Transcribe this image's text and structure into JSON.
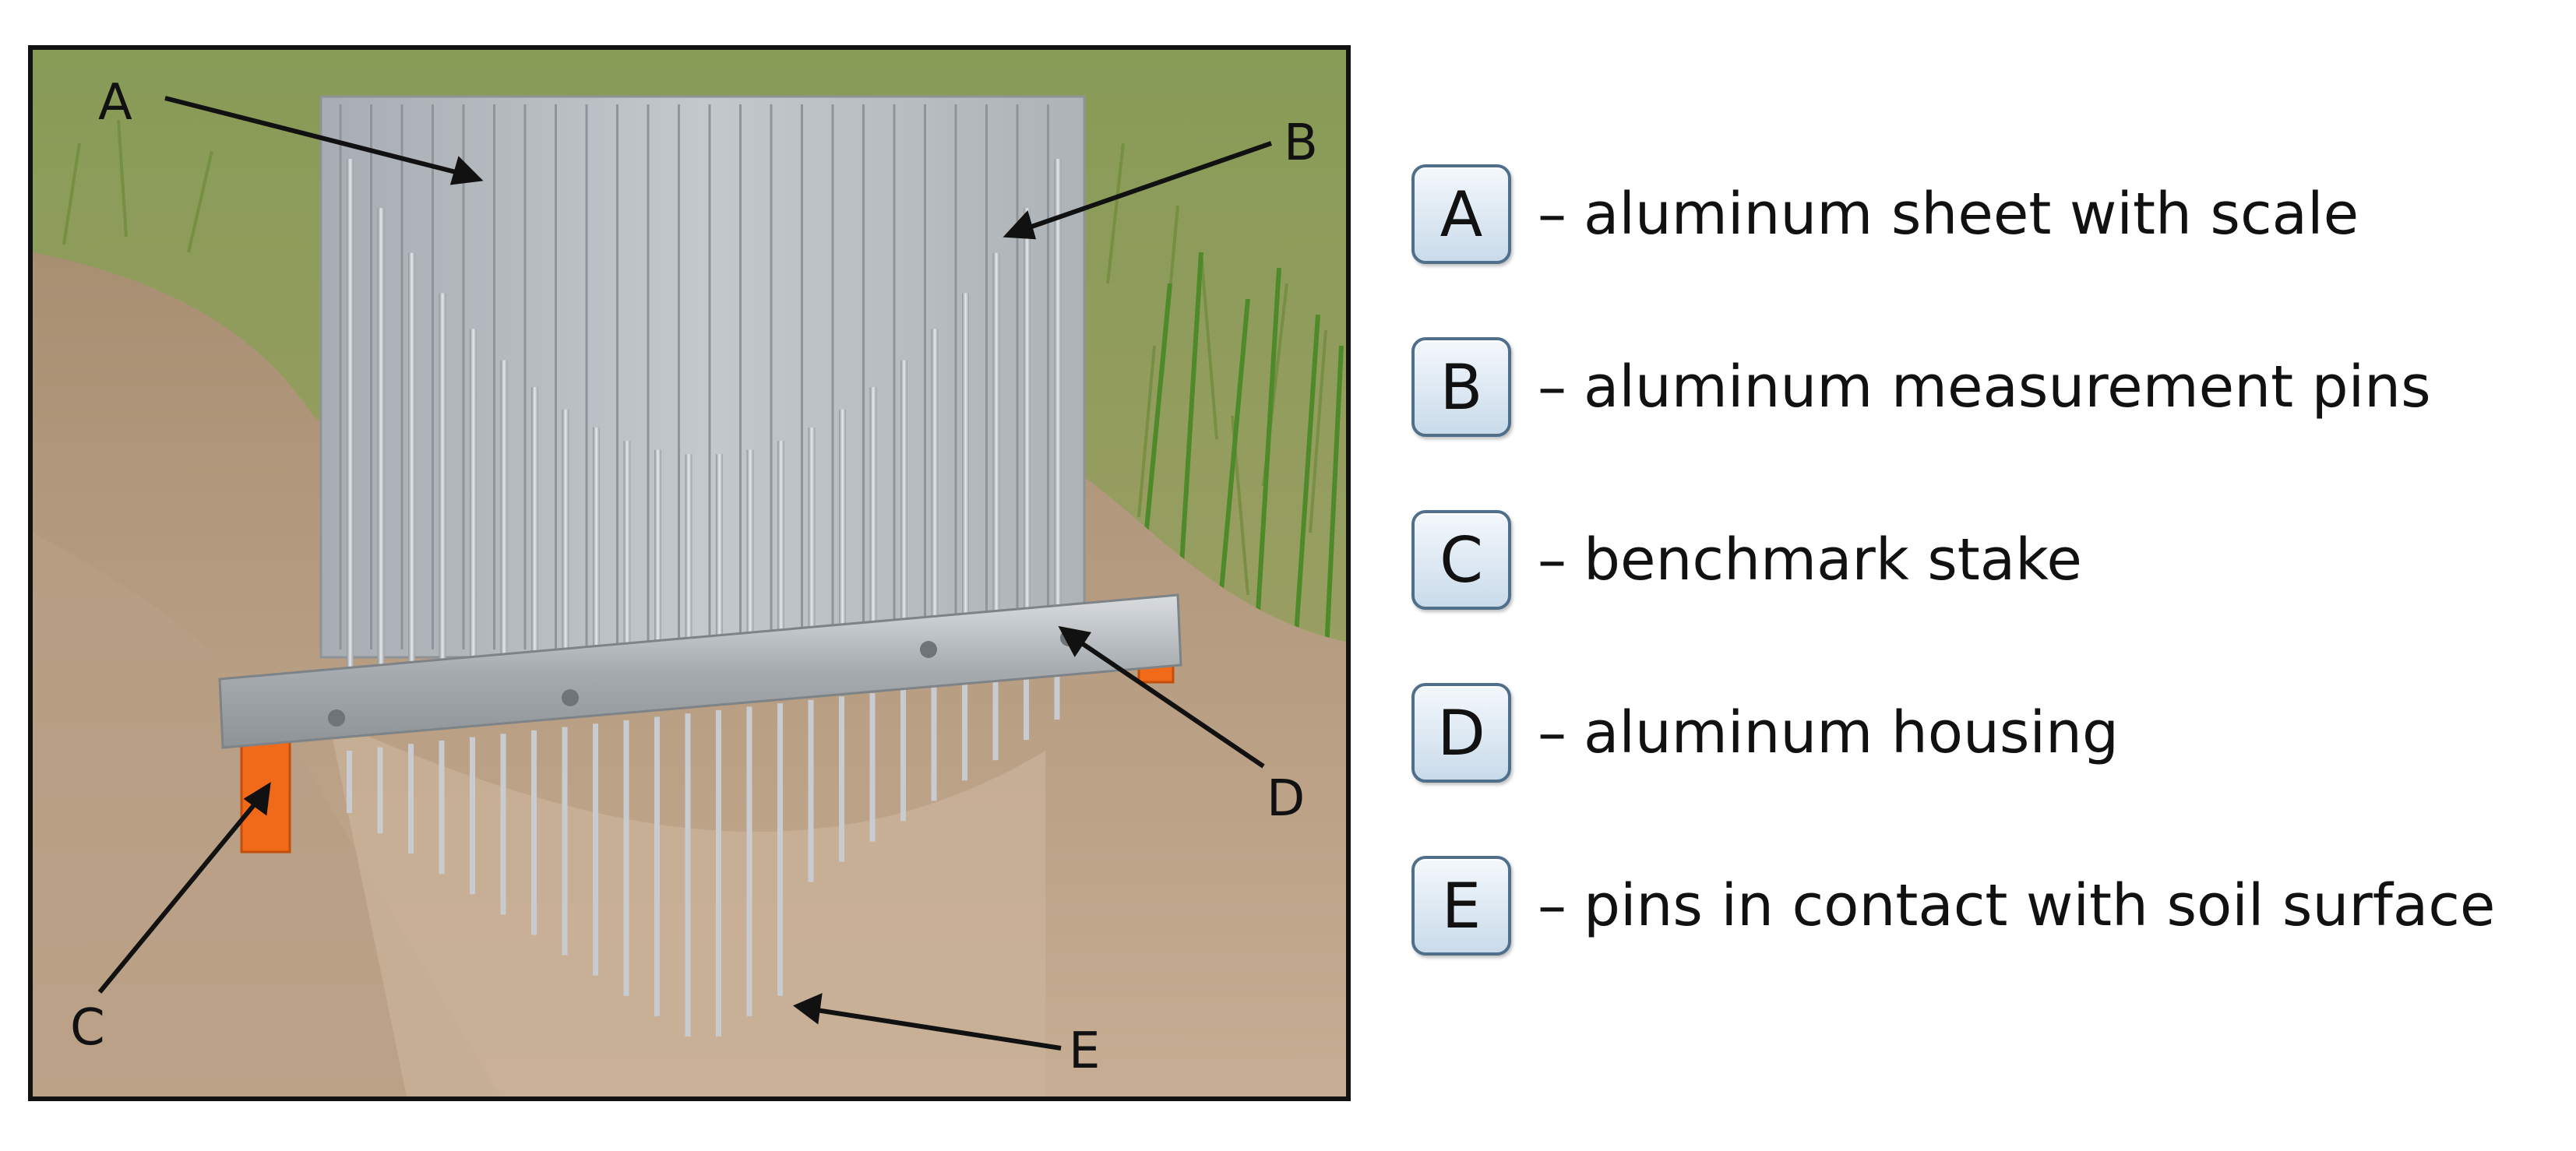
{
  "callouts": {
    "a": "A",
    "b": "B",
    "c": "C",
    "d": "D",
    "e": "E"
  },
  "legend": {
    "items": [
      {
        "key": "A",
        "dash": "–",
        "text": "aluminum sheet with scale"
      },
      {
        "key": "B",
        "dash": "–",
        "text": "aluminum measurement pins"
      },
      {
        "key": "C",
        "dash": "–",
        "text": "benchmark stake"
      },
      {
        "key": "D",
        "dash": "–",
        "text": "aluminum housing"
      },
      {
        "key": "E",
        "dash": "–",
        "text": "pins in contact with soil surface"
      }
    ]
  },
  "colors": {
    "frame": "#111111",
    "soil": "#b59a80",
    "grass": "#7f9a48",
    "aluminum": "#b9bec3",
    "stake": "#f06a1a",
    "key_border": "#4f6f8a"
  }
}
